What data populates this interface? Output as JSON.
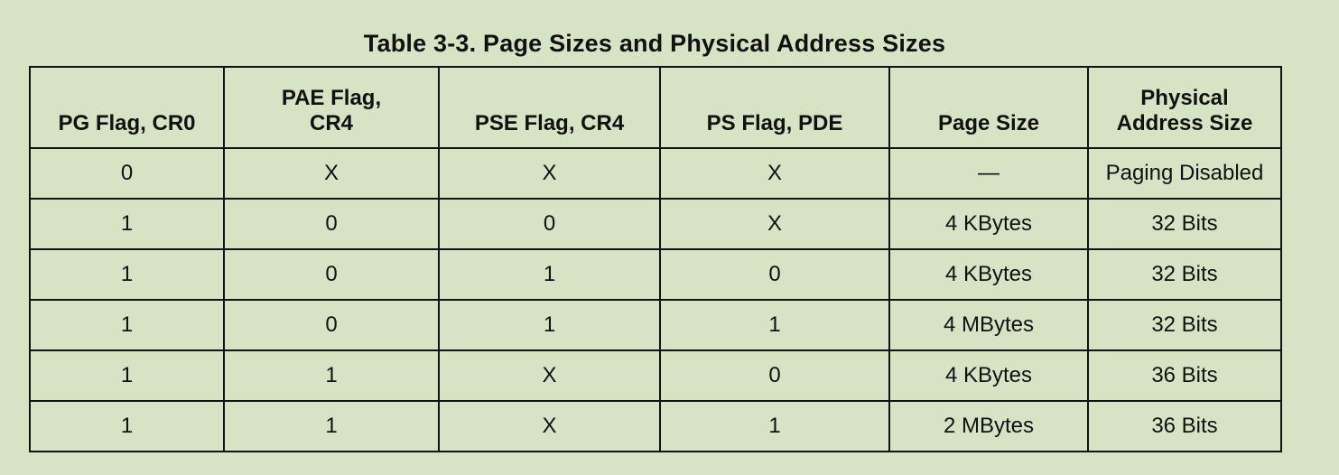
{
  "table": {
    "caption": "Table 3-3.  Page Sizes and Physical Address Sizes",
    "headers": [
      [
        "PG Flag, CR0"
      ],
      [
        "PAE Flag,",
        "CR4"
      ],
      [
        "PSE Flag, CR4"
      ],
      [
        "PS Flag, PDE"
      ],
      [
        "Page Size"
      ],
      [
        "Physical",
        "Address Size"
      ]
    ],
    "rows": [
      [
        "0",
        "X",
        "X",
        "X",
        "—",
        "Paging Disabled"
      ],
      [
        "1",
        "0",
        "0",
        "X",
        "4 KBytes",
        "32 Bits"
      ],
      [
        "1",
        "0",
        "1",
        "0",
        "4 KBytes",
        "32 Bits"
      ],
      [
        "1",
        "0",
        "1",
        "1",
        "4 MBytes",
        "32 Bits"
      ],
      [
        "1",
        "1",
        "X",
        "0",
        "4 KBytes",
        "36 Bits"
      ],
      [
        "1",
        "1",
        "X",
        "1",
        "2 MBytes",
        "36 Bits"
      ]
    ]
  }
}
